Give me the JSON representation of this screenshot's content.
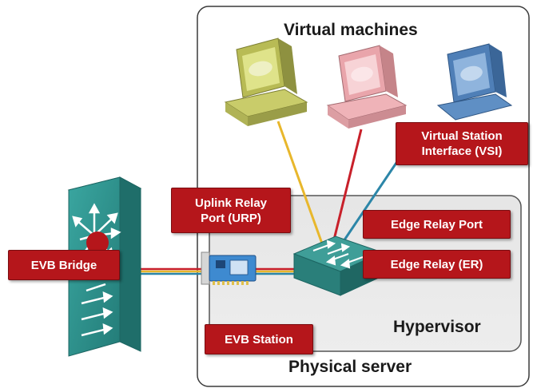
{
  "diagram": {
    "virtual_machines_title": "Virtual machines",
    "physical_server_title": "Physical server",
    "hypervisor_title": "Hypervisor",
    "labels": {
      "vsi_line1": "Virtual Station",
      "vsi_line2": "Interface (VSI)",
      "urp_line1": "Uplink Relay",
      "urp_line2": "Port (URP)",
      "edge_relay_port": "Edge Relay Port",
      "edge_relay": "Edge Relay (ER)",
      "evb_bridge": "EVB Bridge",
      "evb_station": "EVB Station"
    },
    "colors": {
      "label_red": "#b5161b",
      "vm_yellow": "#c9cc6a",
      "vm_pink": "#efb3b8",
      "vm_blue": "#5f8fc4",
      "switch_teal": "#2e8a87",
      "link_yellow": "#e8b72c",
      "link_red": "#c8202a",
      "link_blue": "#2c86a8"
    },
    "icons": [
      "monitor-icon",
      "monitor-icon",
      "monitor-icon",
      "bridge-switch-icon",
      "network-card-icon",
      "edge-relay-switch-icon"
    ]
  }
}
